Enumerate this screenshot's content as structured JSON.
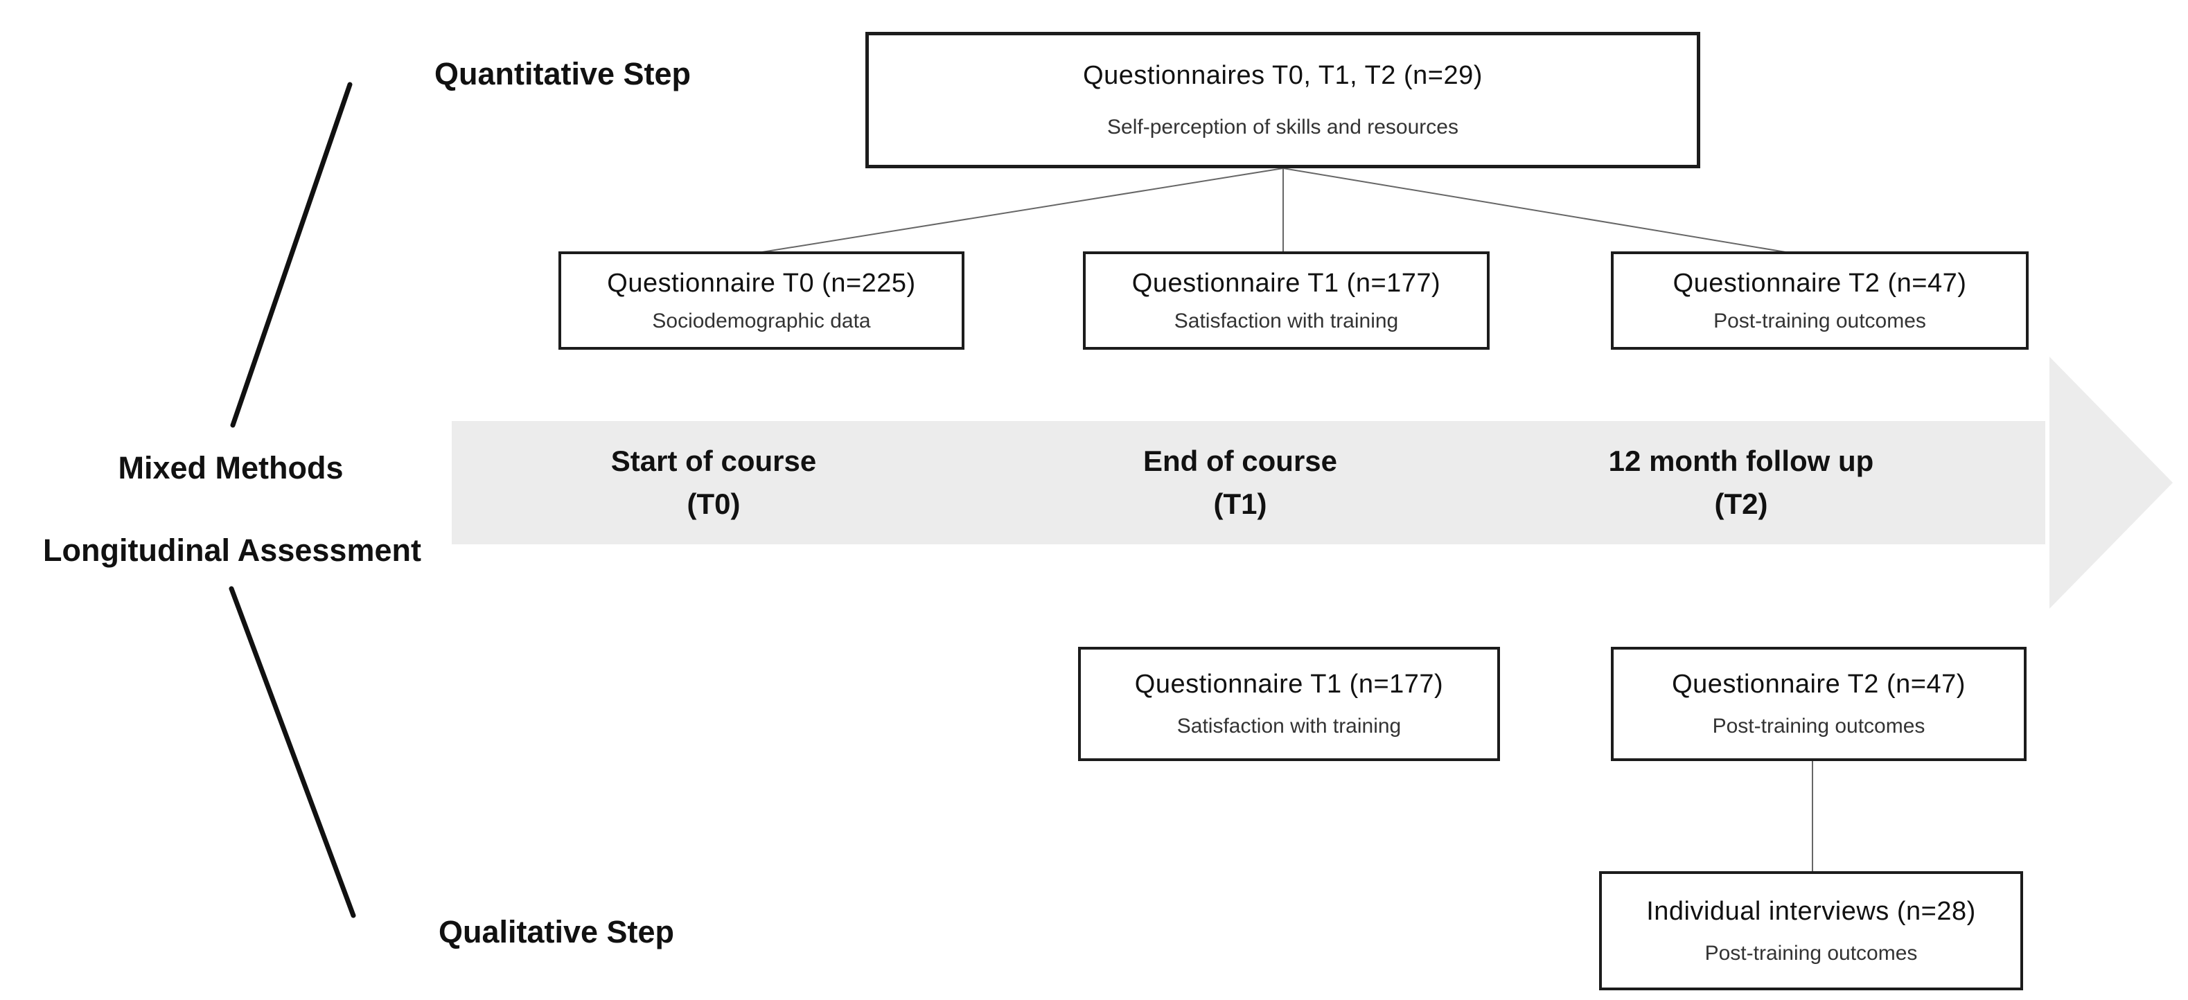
{
  "diagram": {
    "title_semantics": "Mixed methods longitudinal assessment study design flowchart",
    "side_labels": {
      "quantitative": "Quantitative Step",
      "qualitative": "Qualitative Step",
      "method_line1": "Mixed Methods",
      "method_line2": "Longitudinal Assessment"
    },
    "top_box": {
      "title": "Questionnaires T0, T1, T2 (n=29)",
      "subtitle": "Self-perception of skills and resources"
    },
    "quant_boxes": [
      {
        "title": "Questionnaire T0 (n=225)",
        "subtitle": "Sociodemographic data"
      },
      {
        "title": "Questionnaire T1 (n=177)",
        "subtitle": "Satisfaction with training"
      },
      {
        "title": "Questionnaire T2 (n=47)",
        "subtitle": "Post-training outcomes"
      }
    ],
    "timeline": [
      {
        "line1": "Start of course",
        "line2": "(T0)"
      },
      {
        "line1": "End of course",
        "line2": "(T1)"
      },
      {
        "line1": "12 month follow up",
        "line2": "(T2)"
      }
    ],
    "qual_boxes": [
      {
        "title": "Questionnaire T1 (n=177)",
        "subtitle": "Satisfaction with training"
      },
      {
        "title": "Questionnaire T2 (n=47)",
        "subtitle": "Post-training outcomes"
      },
      {
        "title": "Individual interviews (n=28)",
        "subtitle": "Post-training outcomes"
      }
    ],
    "colors": {
      "arrow_band": "#ececec",
      "box_border": "#1c1c1c",
      "thin_connector": "#666666",
      "thick_diagonal": "#111111",
      "title_text": "#111111",
      "subtitle_text": "#333333",
      "background": "#ffffff"
    }
  }
}
